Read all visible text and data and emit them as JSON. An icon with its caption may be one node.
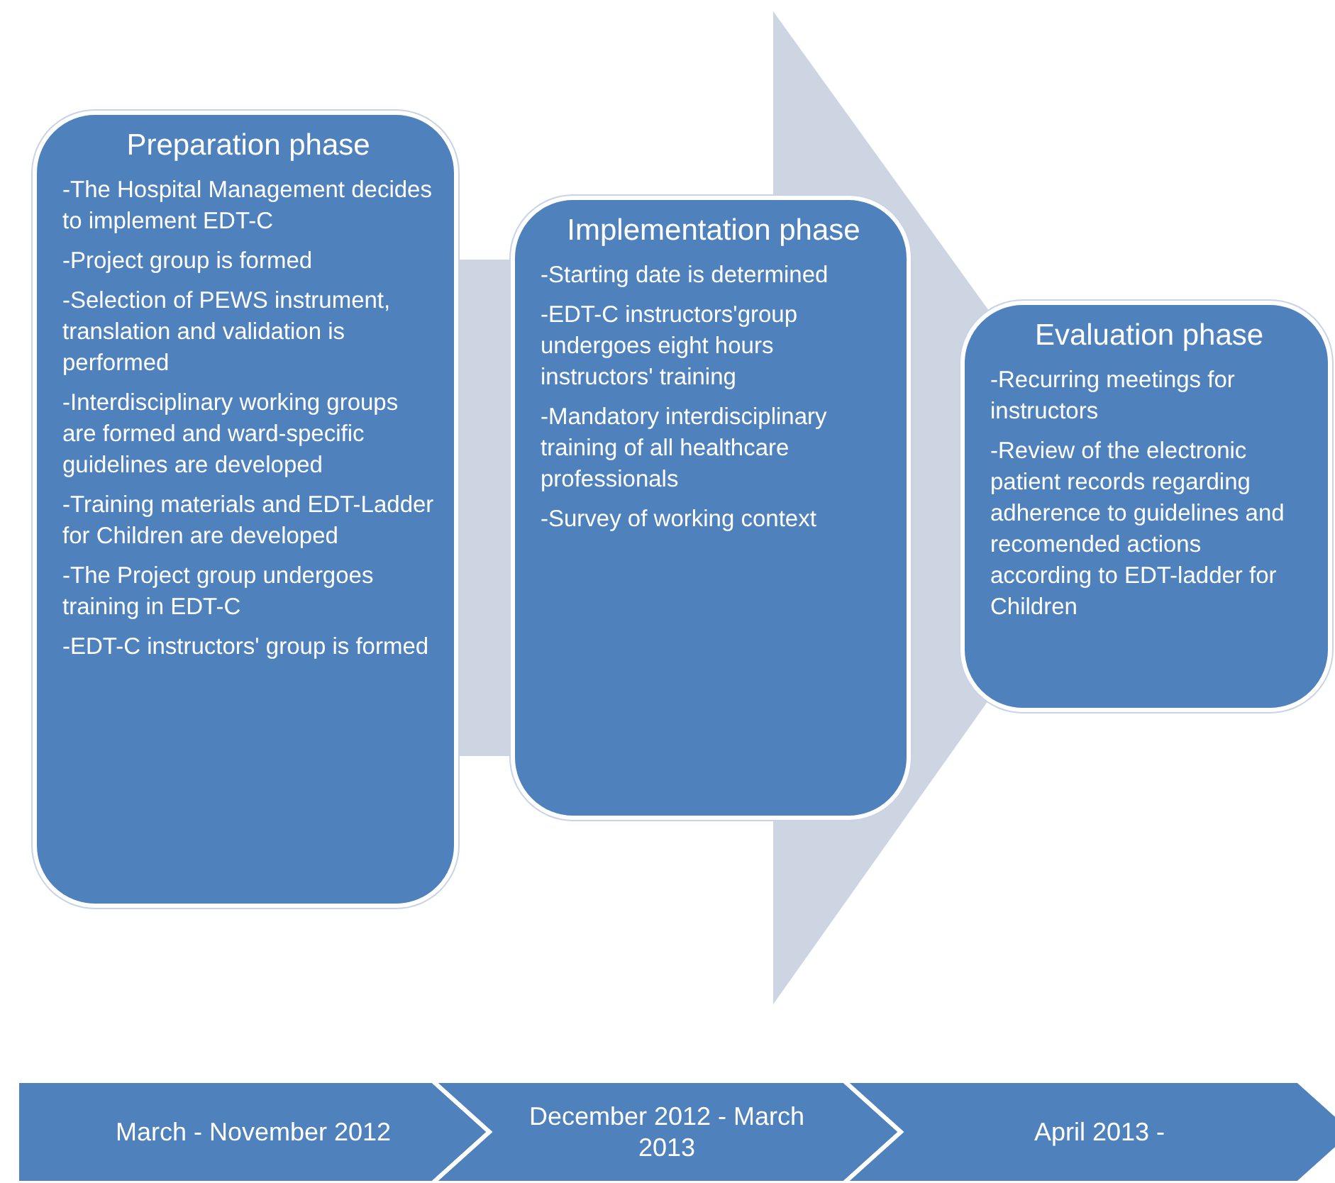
{
  "diagram": {
    "nodes": [
      {
        "text": [
          "Preparation phase",
          "-The Hospital Management decides to implement EDT-C",
          "-Project group is formed",
          "-Selection of PEWS instrument, translation and validation is performed",
          "-Interdisciplinary working groups are formed and ward-specific guidelines are developed",
          "-Training materials and EDT-Ladder for Children are developed",
          "-The Project group undergoes training in EDT-C",
          "-EDT-C instructors' group is formed"
        ]
      },
      {
        "text": [
          "Implementation phase",
          "-Starting  date  is determined",
          "-EDT-C instructors'group undergoes eight hours instructors' training",
          "-Mandatory interdisciplinary training of all healthcare professionals",
          "-Survey of working context"
        ]
      },
      {
        "text": [
          "Evaluation phase",
          "-Recurring meetings for instructors",
          "-Review of the electronic patient records regarding adherence to guidelines and recomended actions according to EDT-ladder for Children"
        ]
      },
      {
        "text": [
          "March - November 2012"
        ]
      },
      {
        "text": [
          "December 2012 - March 2013"
        ]
      },
      {
        "text": [
          "April 2013 -"
        ]
      }
    ]
  }
}
